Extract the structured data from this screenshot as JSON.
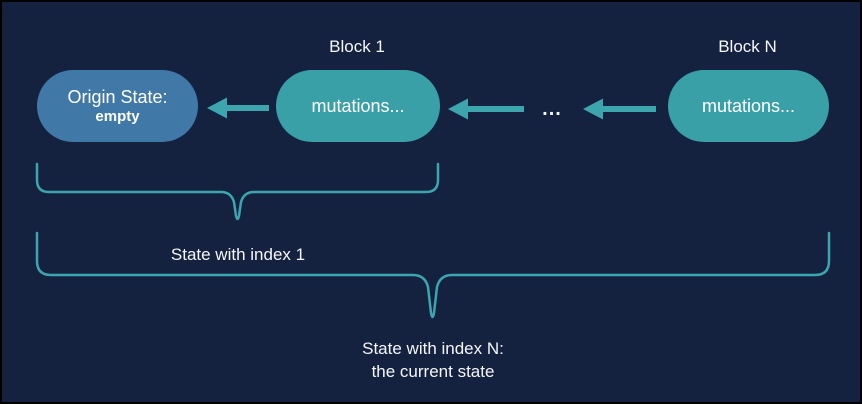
{
  "colors": {
    "background": "#142240",
    "node_blue": "#4079a8",
    "node_teal": "#3aa0a8",
    "line_teal": "#3da5ad",
    "text_light": "#f4f6f9"
  },
  "labels": {
    "block1": "Block 1",
    "blockN": "Block N",
    "ellipsis": "..."
  },
  "nodes": {
    "origin": {
      "title": "Origin State:",
      "value": "empty"
    },
    "block1": {
      "content": "mutations..."
    },
    "blockN": {
      "content": "mutations..."
    }
  },
  "captions": {
    "state1": "State with index 1",
    "stateN_line1": "State with index N:",
    "stateN_line2": "the current state"
  }
}
